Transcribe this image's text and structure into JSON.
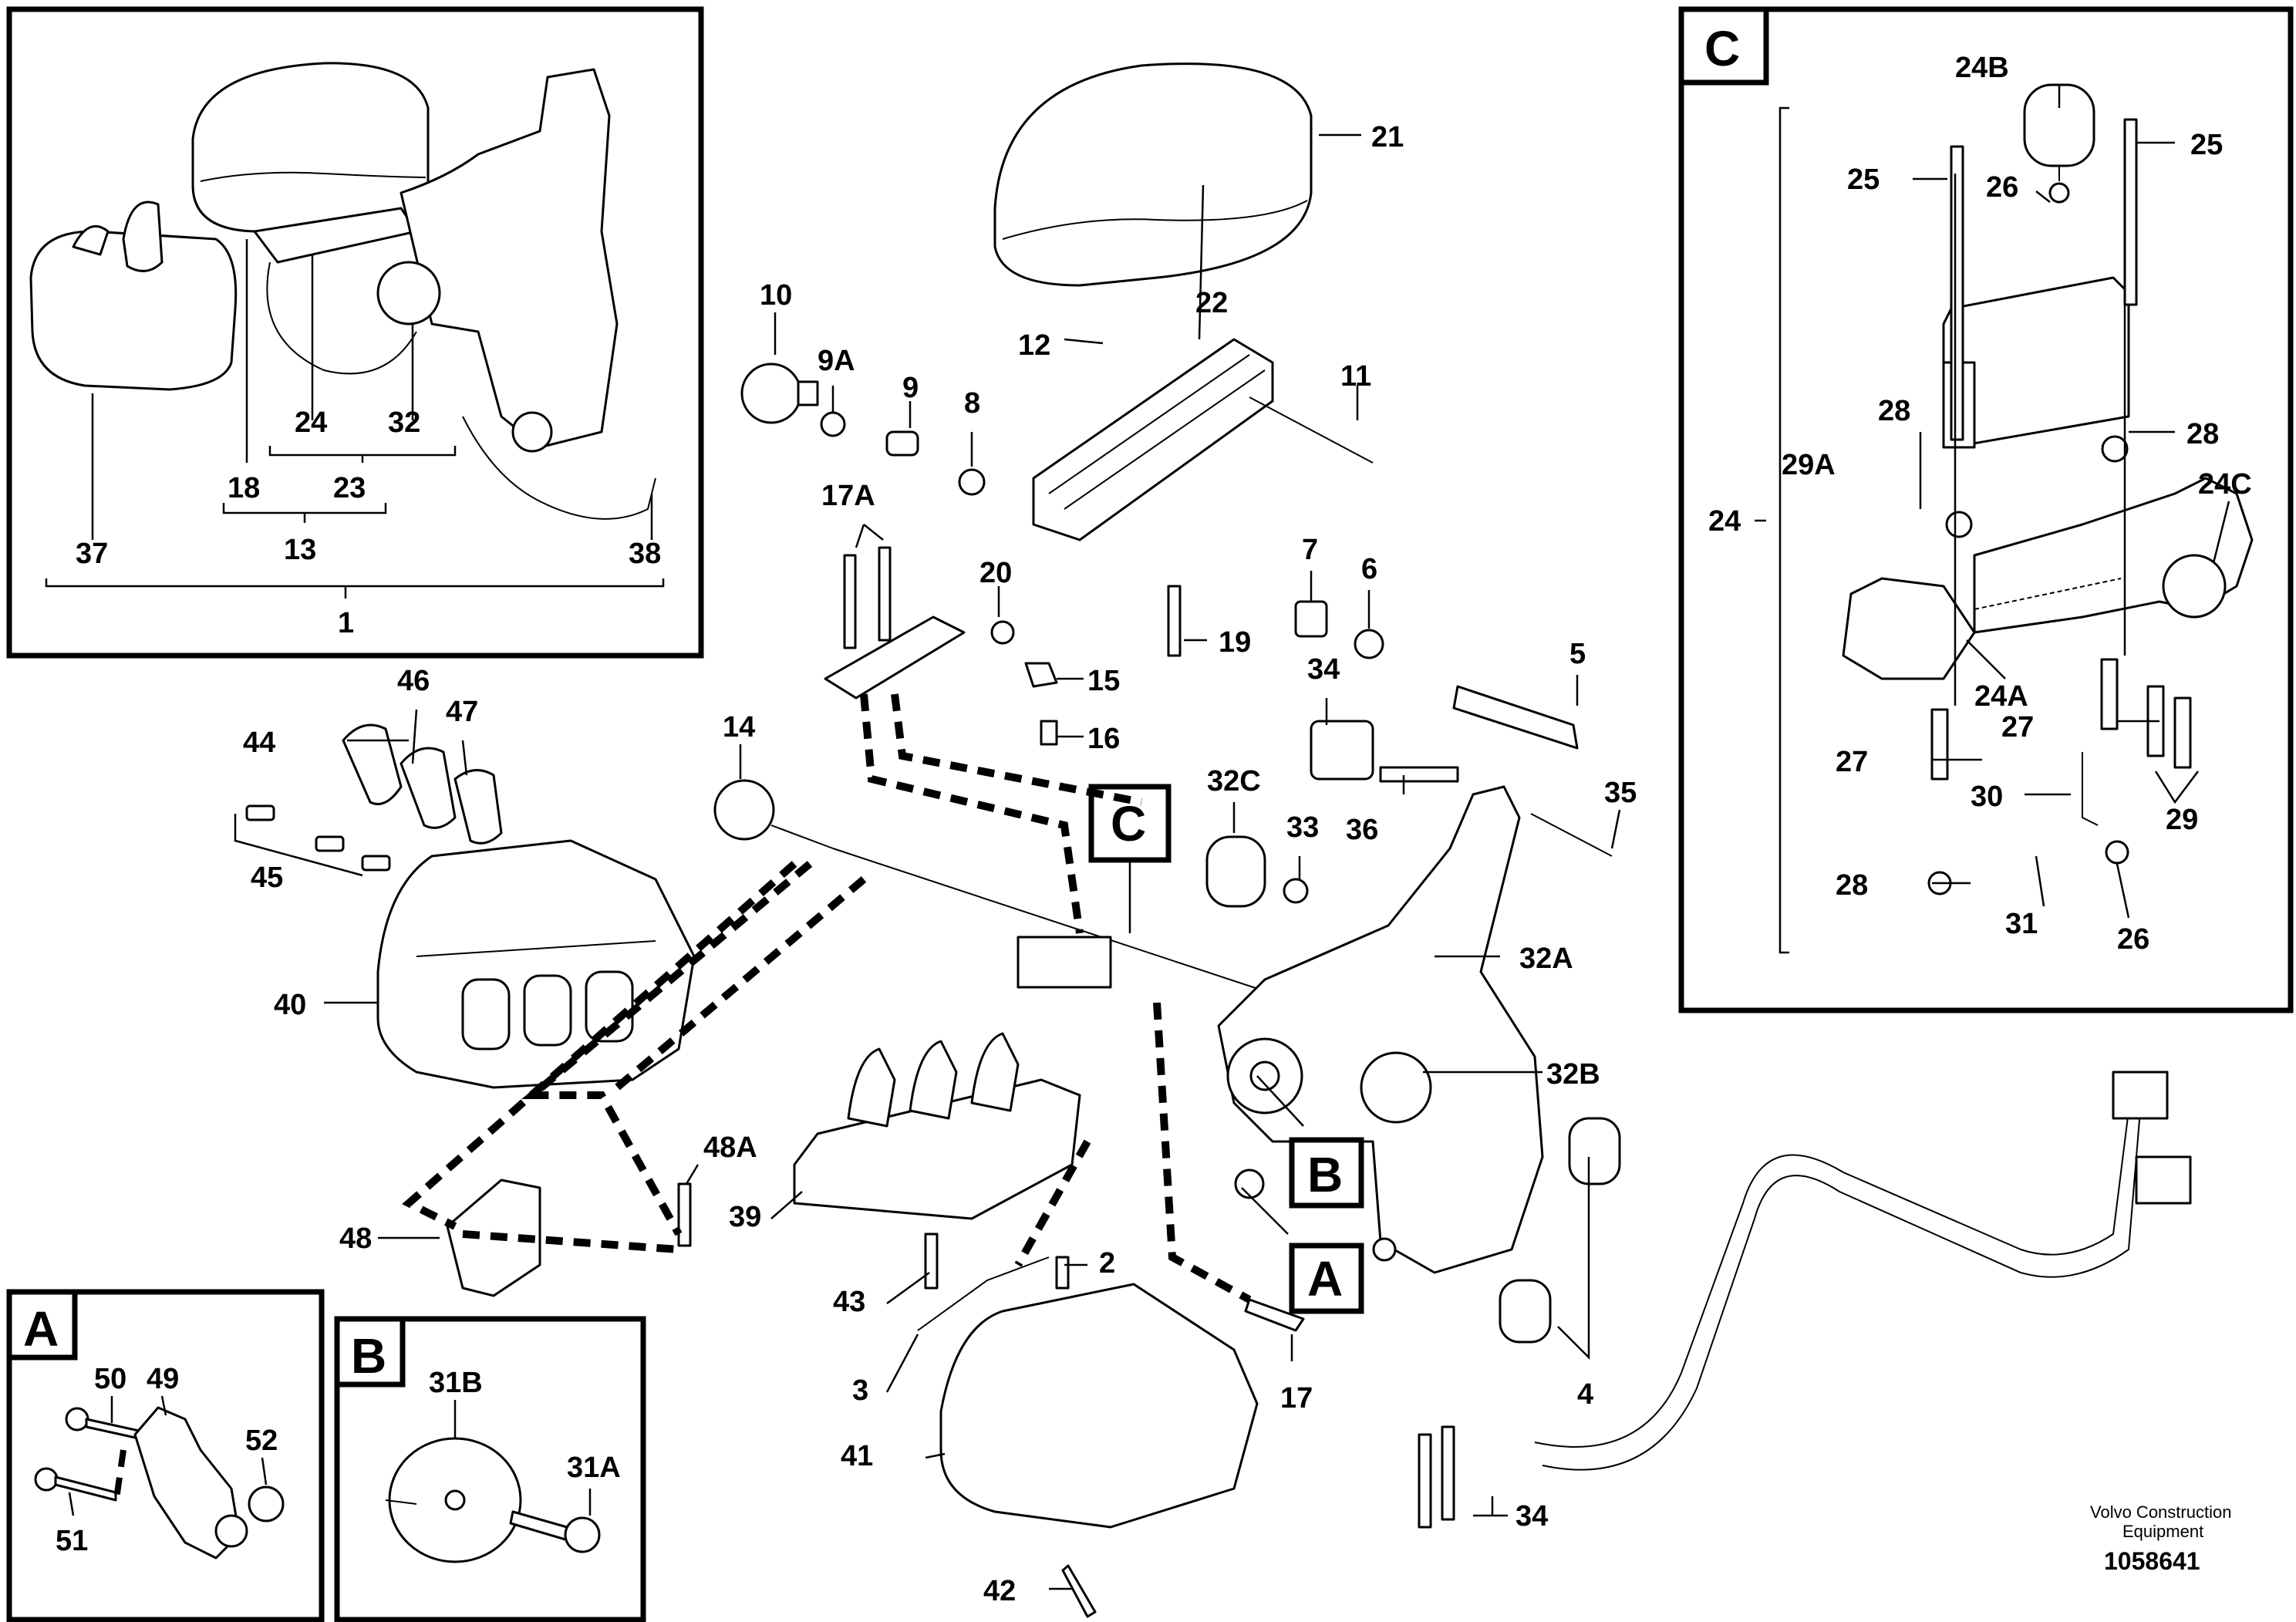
{
  "inset_boxes": {
    "A": "A",
    "B": "B",
    "C": "C"
  },
  "callout_letters": {
    "a": "A",
    "b": "B",
    "c": "C"
  },
  "part_labels": {
    "p1": "1",
    "p13": "13",
    "p18": "18",
    "p23": "23",
    "p24_inset": "24",
    "p32_inset": "32",
    "p37": "37",
    "p38": "38",
    "p21": "21",
    "p22": "22",
    "p12": "12",
    "p11": "11",
    "p10": "10",
    "p9A": "9A",
    "p9": "9",
    "p8": "8",
    "p17A": "17A",
    "p20": "20",
    "p7": "7",
    "p6": "6",
    "p19": "19",
    "p5": "5",
    "p15": "15",
    "p16": "16",
    "p34_top": "34",
    "p35": "35",
    "p36": "36",
    "p46": "46",
    "p47": "47",
    "p44": "44",
    "p45": "45",
    "p14": "14",
    "p32C": "32C",
    "p33": "33",
    "p32A": "32A",
    "p40": "40",
    "p32B": "32B",
    "p48A": "48A",
    "p48": "48",
    "p39": "39",
    "p2": "2",
    "p43": "43",
    "p3": "3",
    "p17": "17",
    "p4": "4",
    "p41": "41",
    "p42": "42",
    "p34_bottom": "34",
    "p50": "50",
    "p49": "49",
    "p52": "52",
    "p51": "51",
    "p31B": "31B",
    "p31A": "31A",
    "p24B": "24B",
    "p25_left": "25",
    "p25_right": "25",
    "p26_top": "26",
    "p28_left": "28",
    "p28_right": "28",
    "p29A": "29A",
    "p24C": "24C",
    "p24_c": "24",
    "p24A": "24A",
    "p27_right": "27",
    "p27_left": "27",
    "p30": "30",
    "p29": "29",
    "p28_bottom": "28",
    "p31": "31",
    "p26_bottom": "26"
  },
  "credit": {
    "line1": "Volvo Construction",
    "line2": "Equipment",
    "number": "1058641"
  }
}
